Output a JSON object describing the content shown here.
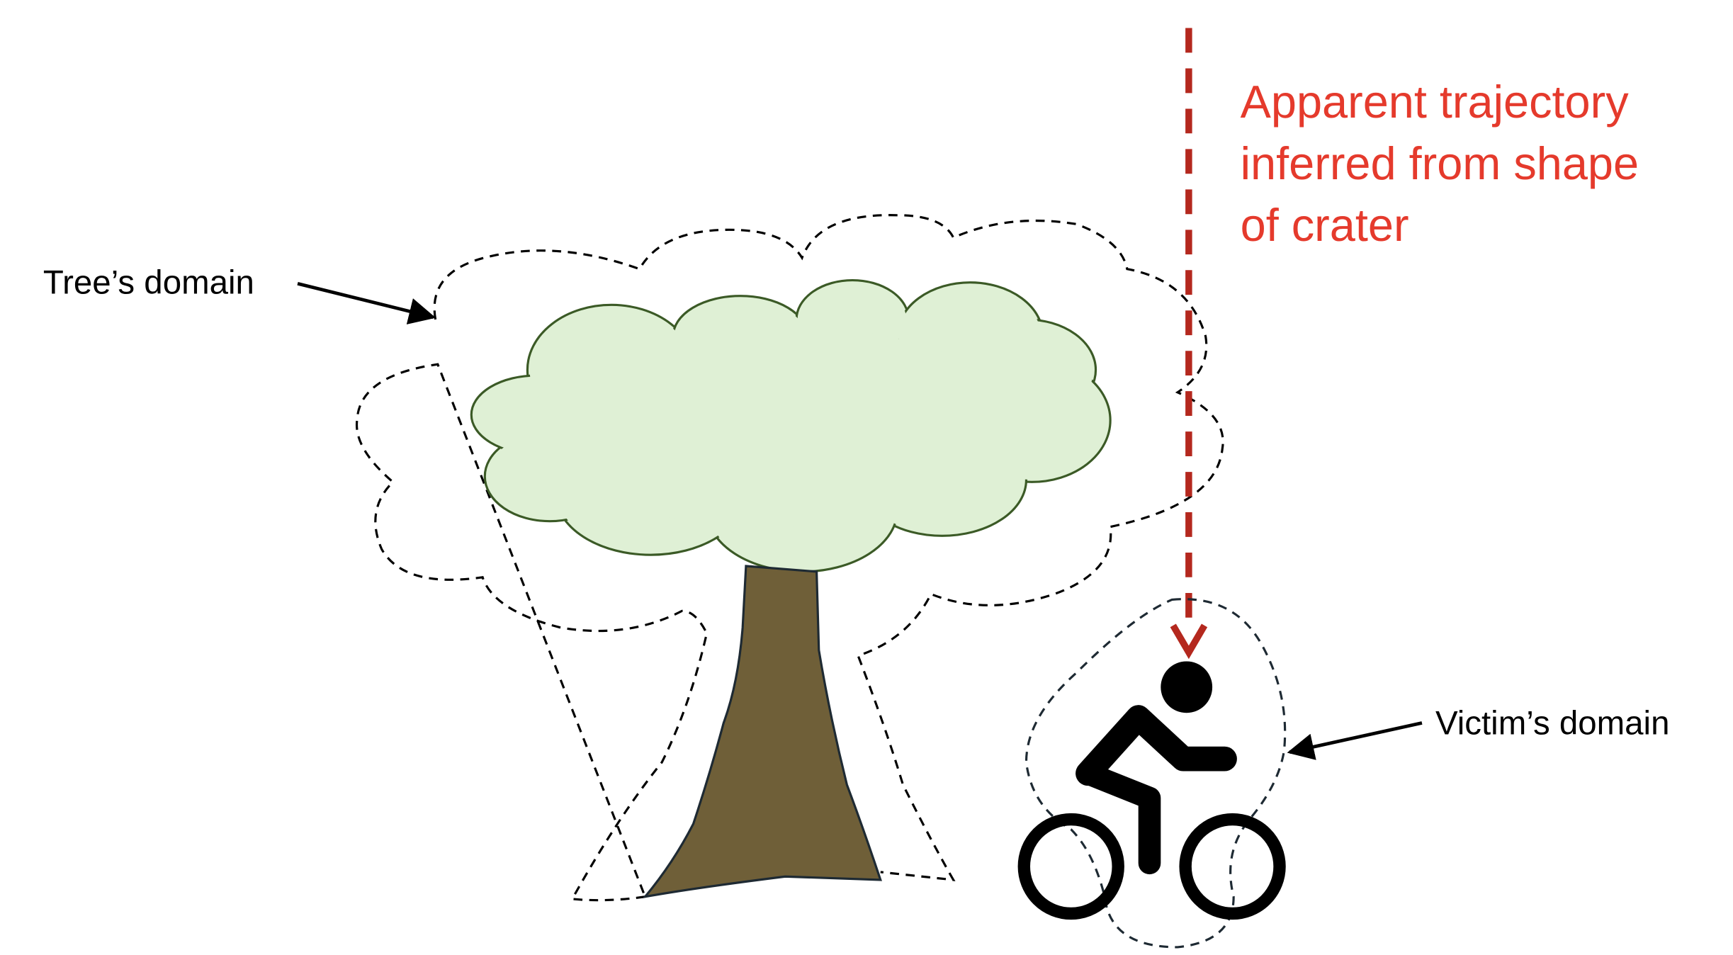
{
  "labels": {
    "tree_domain": "Tree’s domain",
    "victim_domain": "Victim’s domain",
    "trajectory_lines": [
      "Apparent trajectory",
      "inferred from shape",
      "of crater"
    ]
  },
  "colors": {
    "trajectory": "#b4281e",
    "trajectory_text": "#e53a2c",
    "canopy_fill": "#dff0d5",
    "canopy_stroke": "#3b5a26",
    "trunk_fill": "#6f5f38"
  }
}
